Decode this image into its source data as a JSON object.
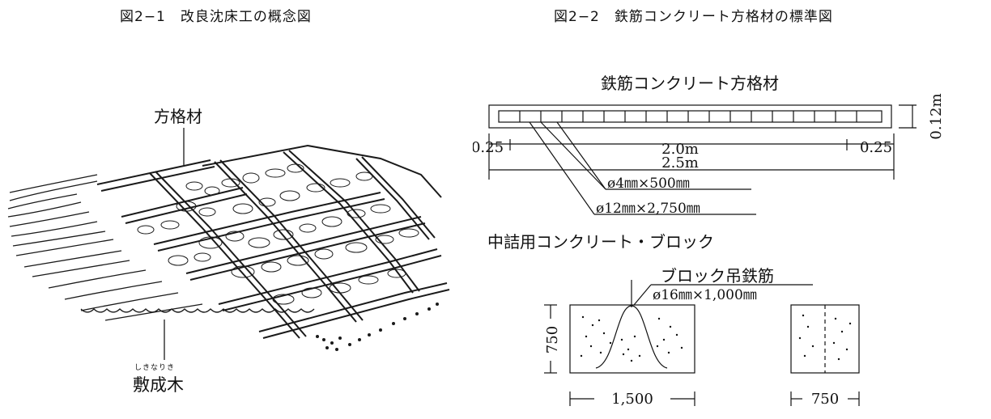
{
  "figure1": {
    "title": "図2−1　改良沈床工の概念図",
    "label_top": "方格材",
    "label_bottom_ruby": "しきなりき",
    "label_bottom": "敷成木"
  },
  "figure2": {
    "title": "図2−2　鉄筋コンクリート方格材の標準図",
    "beam_title": "鉄筋コンクリート方格材",
    "dim_height": "0.12m",
    "dim_left": "0.25",
    "dim_mid": "2.0m",
    "dim_right": "0.25",
    "dim_total": "2.5m",
    "rebar_small": "ø4㎜×500㎜",
    "rebar_large": "ø12㎜×2,750㎜",
    "block_title": "中詰用コンクリート・ブロック",
    "lift_label": "ブロック吊鉄筋",
    "lift_spec": "ø16㎜×1,000㎜",
    "dim_block_height": "750",
    "dim_block_width": "1,500",
    "dim_block_side": "750"
  }
}
